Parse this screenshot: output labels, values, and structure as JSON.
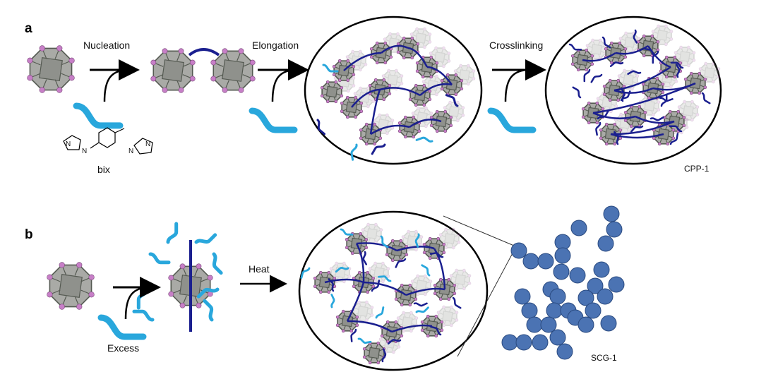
{
  "panels": {
    "a": {
      "label": "a",
      "steps": [
        "Nucleation",
        "Elongation",
        "Crosslinking"
      ],
      "linker_name": "bix",
      "linker_atoms": "N",
      "product": "CPP-1"
    },
    "b": {
      "label": "b",
      "reagent_note": "Excess",
      "step": "Heat",
      "product": "SCG-1"
    }
  },
  "colors": {
    "cage_fill": "#a9aaa6",
    "cage_edge": "#555a52",
    "cage_vertex": "#c77fc7",
    "linker_light": "#29a7dc",
    "linker_dark": "#1a1f8f",
    "sphere": "#4b73b3",
    "sphere_edge": "#2a4a80"
  }
}
